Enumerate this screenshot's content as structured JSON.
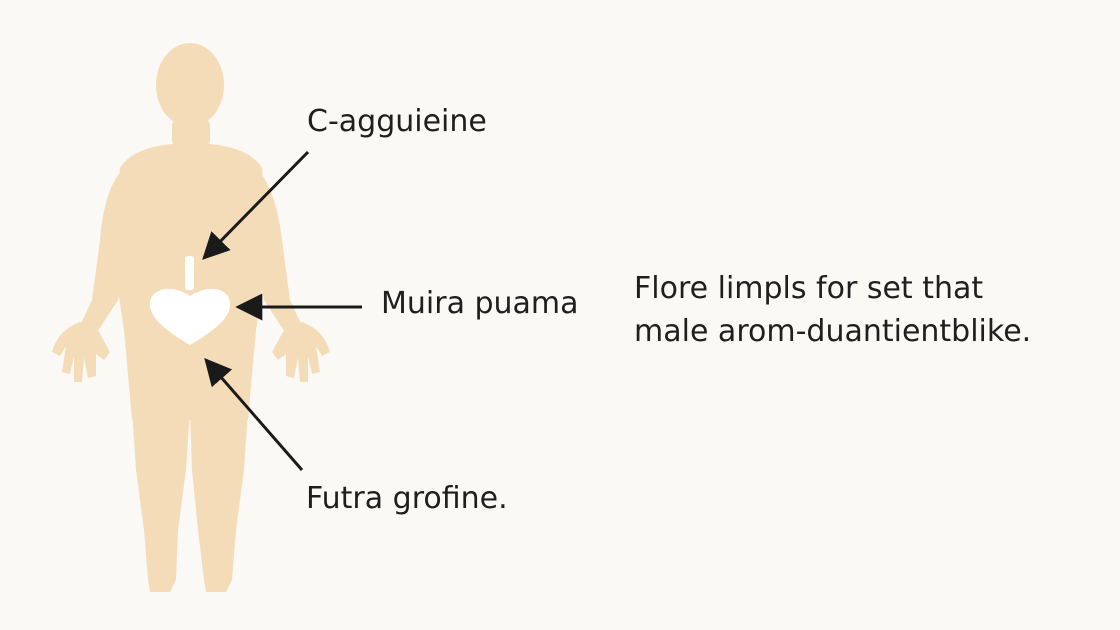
{
  "colors": {
    "background": "#fbf9f5",
    "body_silhouette": "#f4dcb8",
    "highlight_organ": "#ffffff",
    "arrow": "#1a1a1a",
    "text": "#1f1f1f"
  },
  "callouts": {
    "top": "C-agguieine",
    "middle": "Muira puama",
    "bottom": "Futra grofine."
  },
  "description": {
    "line1": "Flore limpls for set that",
    "line2": "male arom-duantientblike."
  }
}
